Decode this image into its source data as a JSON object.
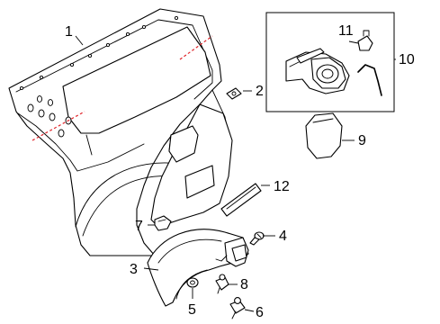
{
  "diagram": {
    "callouts": [
      {
        "id": "1",
        "label": "1"
      },
      {
        "id": "2",
        "label": "2"
      },
      {
        "id": "3",
        "label": "3"
      },
      {
        "id": "4",
        "label": "4"
      },
      {
        "id": "5",
        "label": "5"
      },
      {
        "id": "6",
        "label": "6"
      },
      {
        "id": "7",
        "label": "7"
      },
      {
        "id": "8",
        "label": "8"
      },
      {
        "id": "9",
        "label": "9"
      },
      {
        "id": "10",
        "label": "10"
      },
      {
        "id": "11",
        "label": "11"
      },
      {
        "id": "12",
        "label": "12"
      }
    ],
    "colors": {
      "line": "#000000",
      "cut_line": "#e0242a",
      "background": "#ffffff"
    }
  }
}
